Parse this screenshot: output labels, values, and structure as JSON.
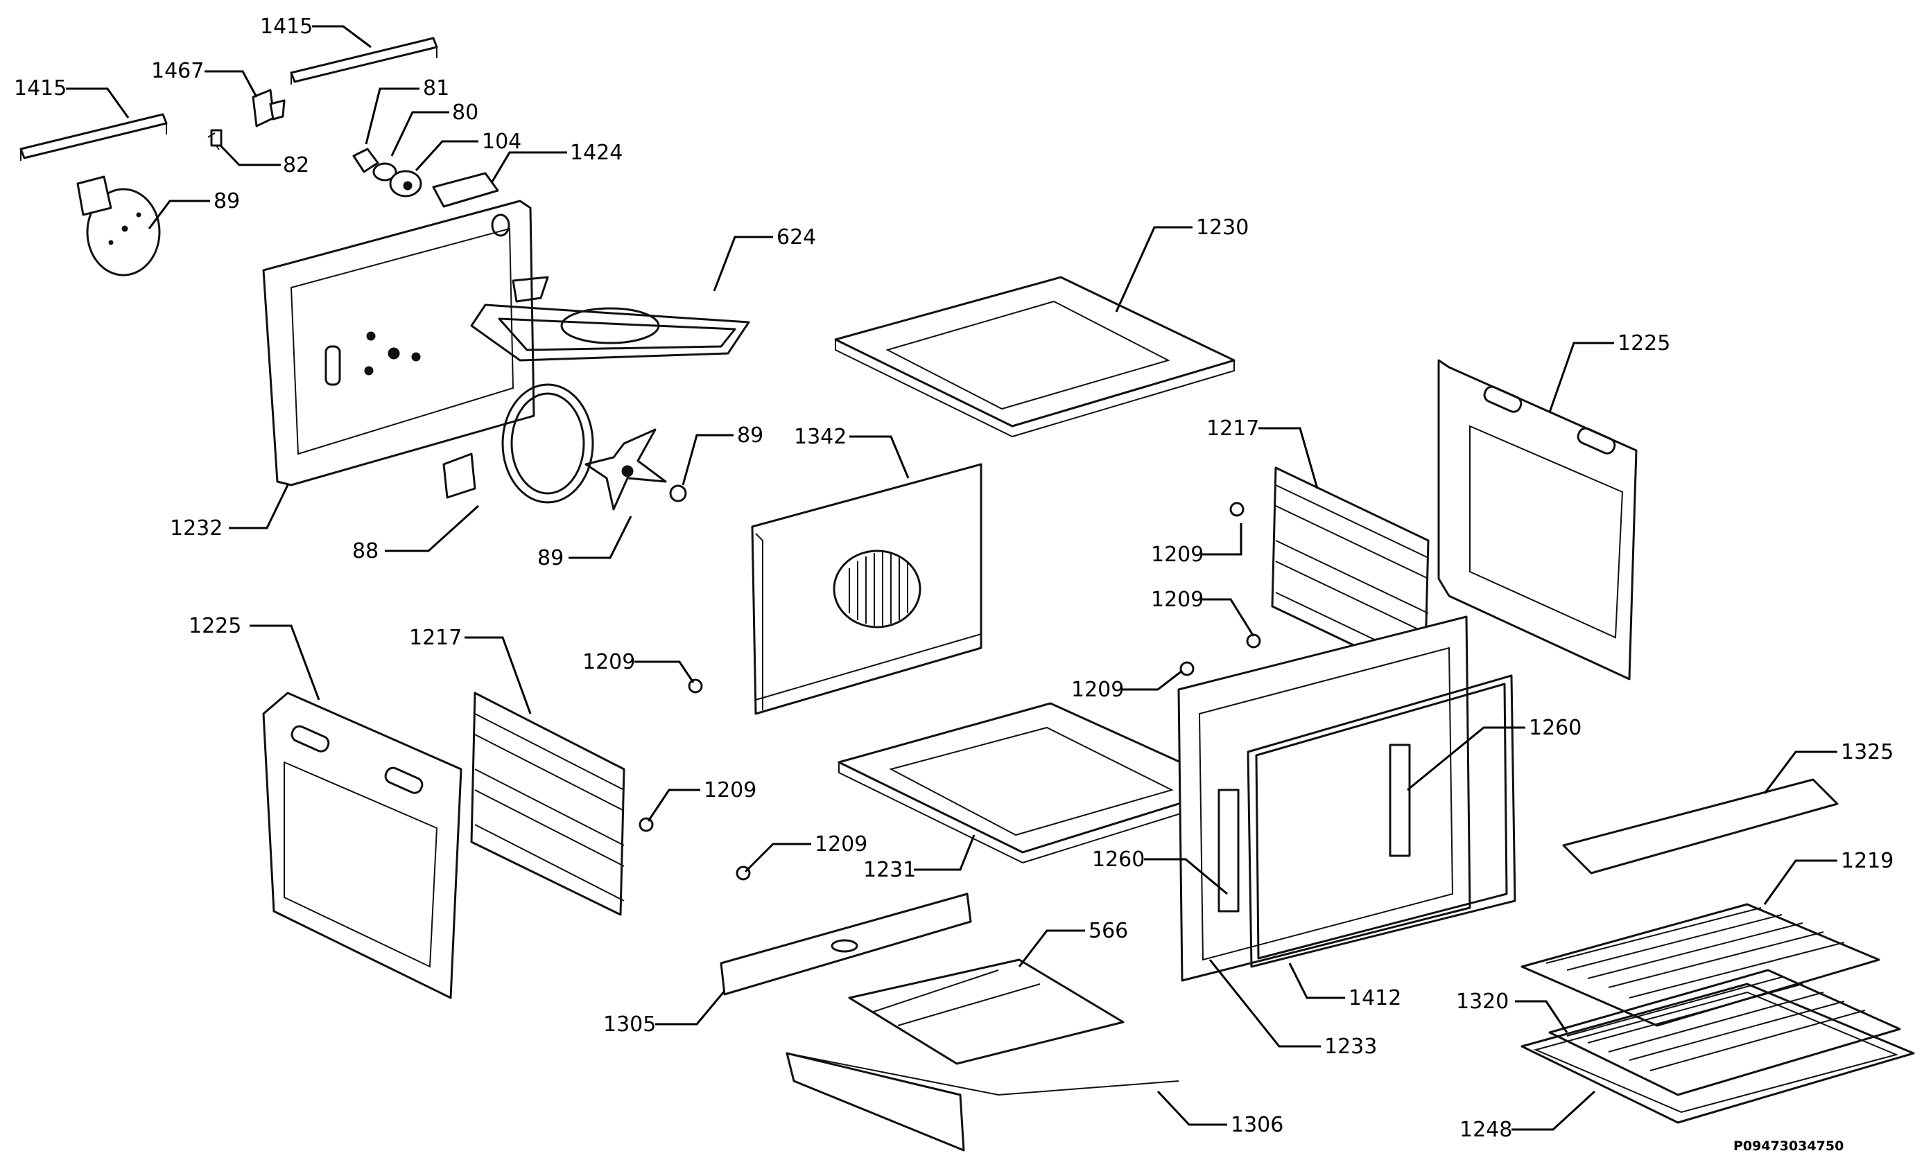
{
  "diagram": {
    "reference_code": "P09473034750",
    "labels": {
      "l1415a": "1415",
      "l1415b": "1415",
      "l1467": "1467",
      "l81": "81",
      "l80": "80",
      "l104": "104",
      "l1424": "1424",
      "l82": "82",
      "l89a": "89",
      "l624": "624",
      "l1230": "1230",
      "l1225a": "1225",
      "l1342": "1342",
      "l89b": "89",
      "l1217a": "1217",
      "l1232": "1232",
      "l88": "88",
      "l89c": "89",
      "l1209a": "1209",
      "l1209b": "1209",
      "l1225b": "1225",
      "l1217b": "1217",
      "l1209c": "1209",
      "l1209d": "1209",
      "l1260a": "1260",
      "l1325": "1325",
      "l1209e": "1209",
      "l1209f": "1209",
      "l1260b": "1260",
      "l1231": "1231",
      "l1219": "1219",
      "l566": "566",
      "l1412": "1412",
      "l1320": "1320",
      "l1305": "1305",
      "l1233": "1233",
      "l1306": "1306",
      "l1248": "1248"
    }
  }
}
